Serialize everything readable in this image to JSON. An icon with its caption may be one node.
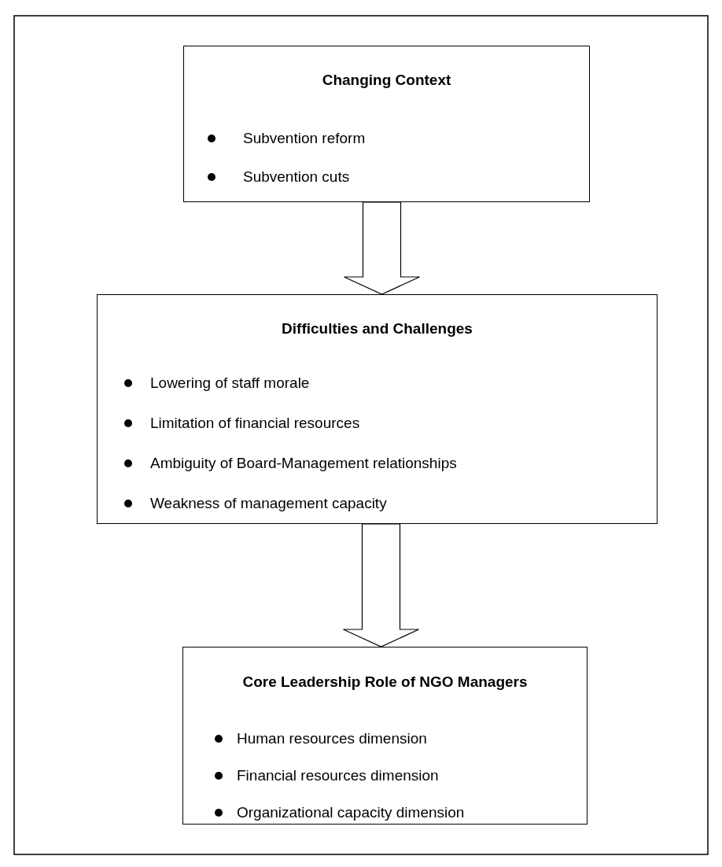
{
  "diagram": {
    "nodes": [
      {
        "text": [
          "Changing Context",
          "Subvention reform",
          "Subvention cuts"
        ]
      },
      {
        "text": [
          "Difficulties and Challenges",
          "Lowering of staff morale",
          "Limitation of financial resources",
          "Ambiguity of Board-Management relationships",
          "Weakness of management capacity"
        ]
      },
      {
        "text": [
          "Core Leadership Role of NGO Managers",
          "Human resources dimension",
          "Financial resources dimension",
          "Organizational capacity dimension"
        ]
      }
    ],
    "edges": [
      {
        "from": 0,
        "to": 1,
        "arrow": "to"
      },
      {
        "from": 1,
        "to": 2,
        "arrow": "to"
      }
    ]
  }
}
